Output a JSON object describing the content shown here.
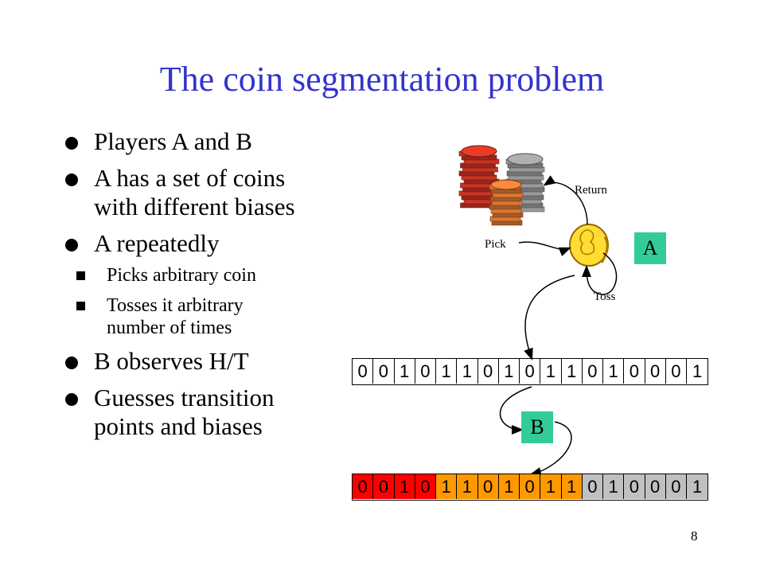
{
  "title": "The coin segmentation problem",
  "bullets": [
    {
      "text": "Players A and B"
    },
    {
      "text": "A has a set of coins with different biases",
      "lines": [
        "A has a set of coins",
        "with different biases"
      ]
    },
    {
      "text": "A repeatedly",
      "sub": [
        "Picks arbitrary coin",
        "Tosses it arbitrary number of times"
      ],
      "sub_lines": [
        [
          "Picks arbitrary coin"
        ],
        [
          "Tosses it arbitrary",
          "number of times"
        ]
      ]
    },
    {
      "text": "B observes H/T"
    },
    {
      "text": "Guesses transition points and biases",
      "lines": [
        "Guesses transition",
        "points and biases"
      ]
    }
  ],
  "diagram": {
    "labels": {
      "return": "Return",
      "pick": "Pick",
      "toss": "Toss"
    },
    "player_a": "A",
    "player_b": "B",
    "sequence_top": [
      "0",
      "0",
      "1",
      "0",
      "1",
      "1",
      "0",
      "1",
      "0",
      "1",
      "1",
      "0",
      "1",
      "0",
      "0",
      "0",
      "1"
    ],
    "sequence_bottom": [
      "0",
      "0",
      "1",
      "0",
      "1",
      "1",
      "0",
      "1",
      "0",
      "1",
      "1",
      "0",
      "1",
      "0",
      "0",
      "0",
      "1"
    ],
    "segment_colors": {
      "red": "#ff0000",
      "orange": "#ff9900",
      "gray": "#c0c0c0"
    },
    "bottom_segments": [
      "red",
      "red",
      "red",
      "red",
      "orange",
      "orange",
      "orange",
      "orange",
      "orange",
      "orange",
      "orange",
      "gray",
      "gray",
      "gray",
      "gray",
      "gray",
      "gray"
    ],
    "coin_stacks": [
      {
        "name": "red-stack",
        "color": "#cc3322"
      },
      {
        "name": "gray-stack",
        "color": "#999999"
      },
      {
        "name": "orange-stack",
        "color": "#dd7733"
      }
    ],
    "accent_colors": {
      "title": "#3333cc",
      "box": "#33cc99",
      "coin": "#ffdd33"
    }
  },
  "page_number": "8"
}
